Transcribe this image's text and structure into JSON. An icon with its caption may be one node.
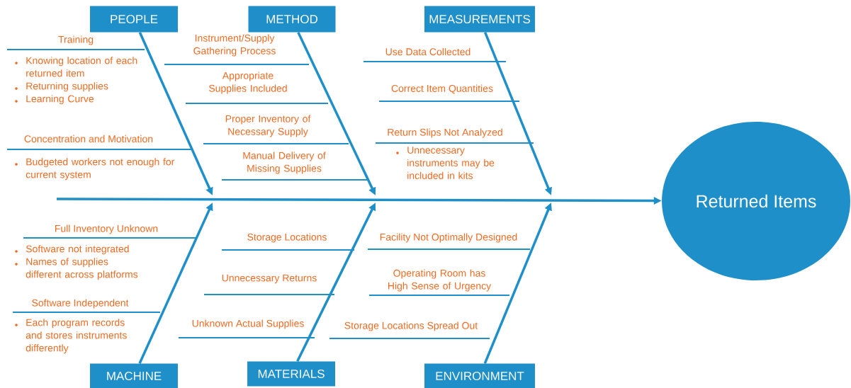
{
  "diagram": {
    "nodes": [
      {
        "text": [
          "PEOPLE"
        ]
      },
      {
        "text": [
          "METHOD"
        ]
      },
      {
        "text": [
          "MEASUREMENTS"
        ]
      },
      {
        "text": [
          "MACHINE"
        ]
      },
      {
        "text": [
          "MATERIALS"
        ]
      },
      {
        "text": [
          "ENVIRONMENT"
        ]
      },
      {
        "text": [
          "Returned Items"
        ]
      }
    ],
    "edges": [
      {
        "from": null,
        "to": 6,
        "arrow": "to"
      },
      {
        "from": 0,
        "to": null,
        "arrow": "to"
      },
      {
        "from": 1,
        "to": null,
        "arrow": "to"
      },
      {
        "from": 2,
        "to": null,
        "arrow": "to"
      },
      {
        "from": 3,
        "to": null,
        "arrow": "to"
      },
      {
        "from": 4,
        "to": null,
        "arrow": "to"
      },
      {
        "from": 5,
        "to": null,
        "arrow": "to"
      }
    ],
    "labels": [
      "Training",
      "Knowing location of each returned item",
      "Returning supplies",
      "Learning Curve",
      "Concentration and Motivation",
      "Budgeted workers not enough for current system",
      "Instrument/Supply Gathering Process",
      "Appropriate Supplies Included",
      "Proper Inventory of Necessary Supply",
      "Manual Delivery of Missing Supplies",
      "Use Data Collected",
      "Correct Item Quantities",
      "Return Slips Not Analyzed",
      "Unnecessary instruments may be included in kits",
      "Full Inventory Unknown",
      "Software not integrated",
      "Names of supplies different across platforms",
      "Software Independent",
      "Each program records and stores instruments differently",
      "Storage Locations",
      "Unnecessary Returns",
      "Unknown Actual Supplies",
      "Facility Not Optimally Designed",
      "Operating Room has High Sense of Urgency",
      "Storage Locations Spread Out"
    ]
  }
}
